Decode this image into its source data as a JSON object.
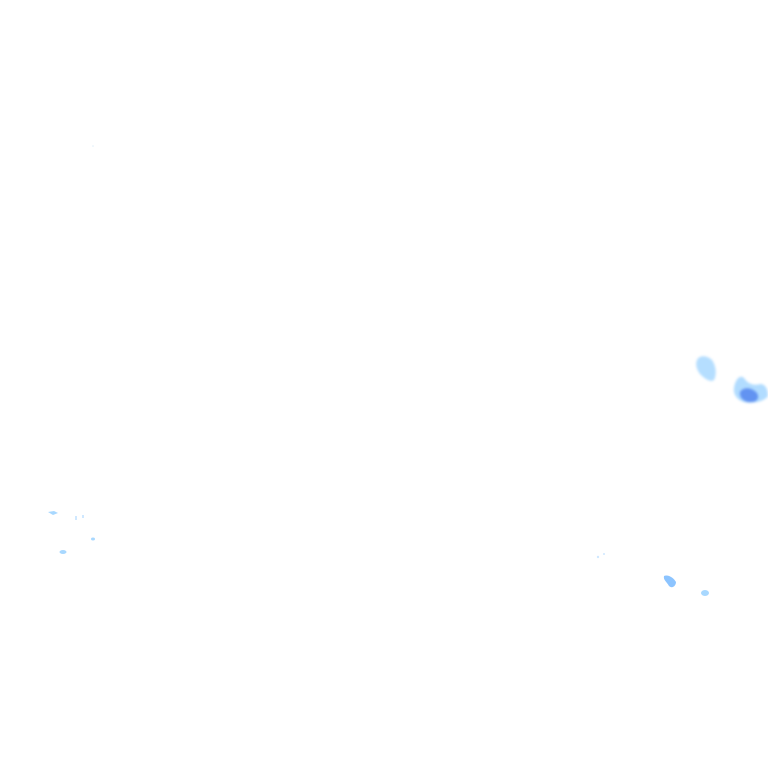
{
  "map": {
    "layer": "precipitation-radar",
    "background_color": "#ffffff",
    "colors": {
      "light": "#a8d8ff",
      "medium": "#8cc4ff",
      "strong": "#5a8cf0",
      "faint": "#cfe8ff"
    },
    "echoes": [
      {
        "id": "east-cluster-upper",
        "intensity": "light"
      },
      {
        "id": "east-cluster-main",
        "intensity": "strong"
      },
      {
        "id": "southeast-speck-a",
        "intensity": "medium"
      },
      {
        "id": "southeast-speck-b",
        "intensity": "light"
      },
      {
        "id": "southeast-speck-c",
        "intensity": "faint"
      },
      {
        "id": "southwest-specks",
        "intensity": "light"
      }
    ]
  }
}
